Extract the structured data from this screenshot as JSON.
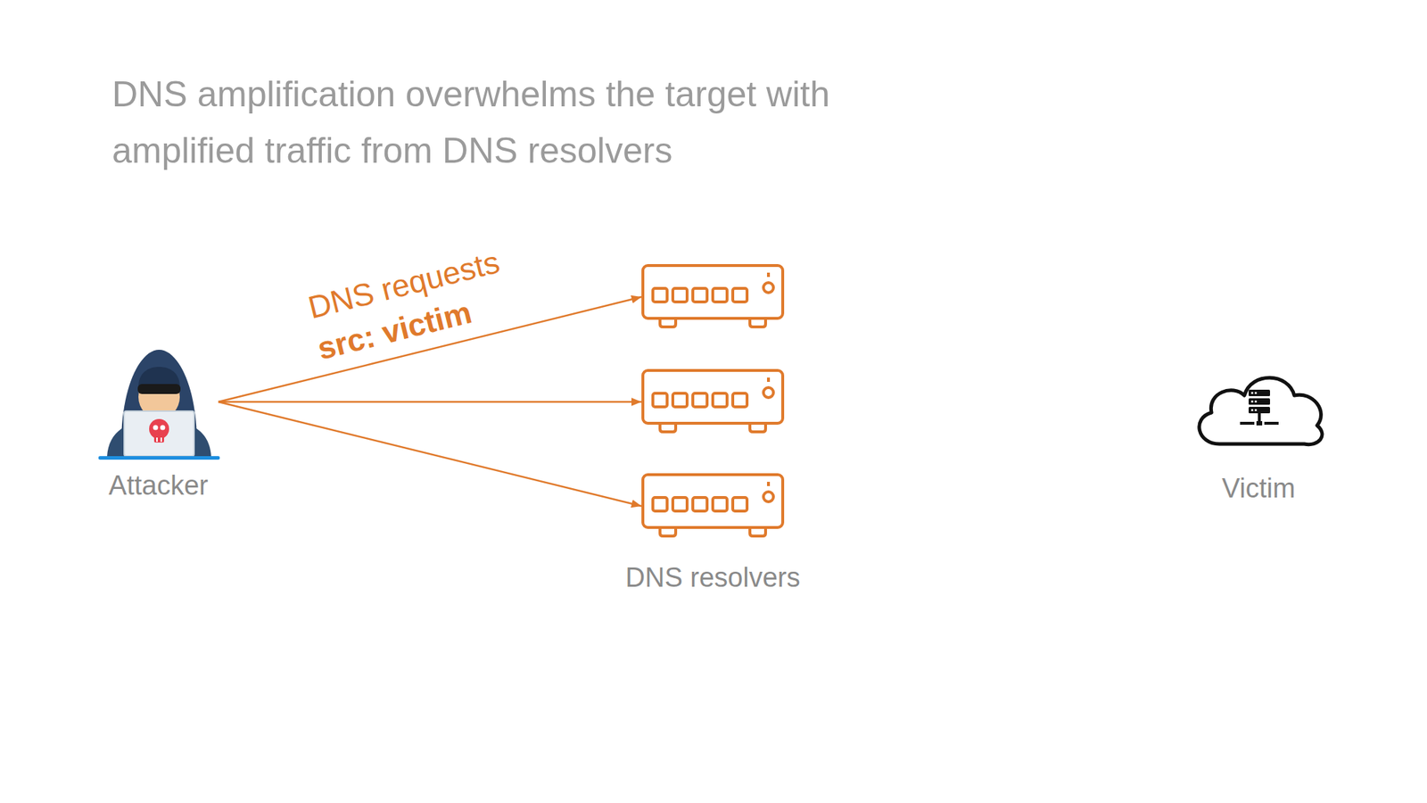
{
  "diagram": {
    "title": "DNS amplification overwhelms the target with amplified traffic from DNS resolvers",
    "nodes": [
      {
        "text": [
          "Attacker"
        ]
      },
      {
        "text": [
          "DNS resolvers"
        ]
      },
      {
        "text": [],
        "in": 1
      },
      {
        "text": [],
        "in": 1
      },
      {
        "text": [],
        "in": 1
      },
      {
        "text": [
          "Victim"
        ]
      }
    ],
    "edges": [
      {
        "from": 0,
        "to": 2,
        "arrow": "to",
        "label": "DNS requests"
      },
      {
        "from": 0,
        "to": 3,
        "arrow": "to"
      },
      {
        "from": 0,
        "to": 4,
        "arrow": "to"
      }
    ],
    "labels": [
      "src: victim"
    ]
  }
}
